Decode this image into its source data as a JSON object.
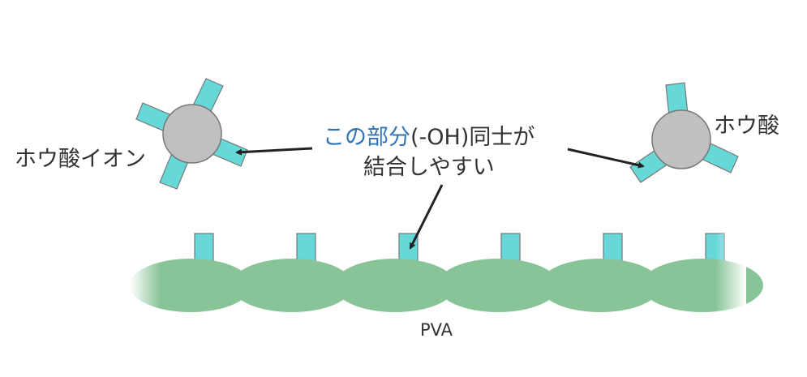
{
  "labels": {
    "borate_ion": "ホウ酸イオン",
    "boric_acid": "ホウ酸",
    "caption_highlight": "この部分",
    "caption_rest": "(-OH)同士が",
    "caption_line2": "結合しやすい",
    "pva": "PVA"
  },
  "colors": {
    "oh_group": "#66d8d8",
    "boron_atom": "#c0c0c0",
    "pva_chain": "#88c497",
    "highlight_text": "#2e74b5",
    "text": "#333333"
  }
}
